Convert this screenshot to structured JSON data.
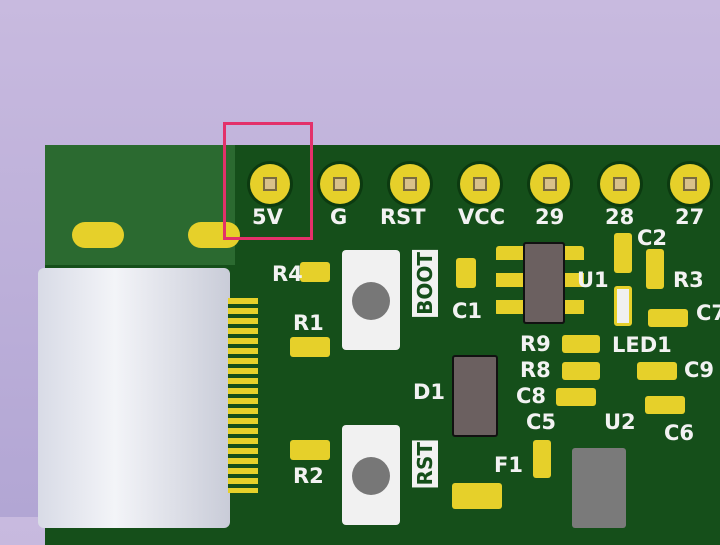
{
  "header_pins": [
    "5V",
    "G",
    "RST",
    "VCC",
    "29",
    "28",
    "27"
  ],
  "silkscreen": {
    "r4": "R4",
    "r1": "R1",
    "r2": "R2",
    "boot": "BOOT",
    "rst": "RST",
    "c1": "C1",
    "d1": "D1",
    "u1": "U1",
    "r9": "R9",
    "r8": "R8",
    "c8": "C8",
    "c5": "C5",
    "f1": "F1",
    "u2": "U2",
    "led1": "LED1",
    "c2": "C2",
    "r3": "R3",
    "c7": "C7",
    "c9": "C9",
    "c6": "C6"
  },
  "colors": {
    "board": "#154f1a",
    "pad": "#e6d02a",
    "highlight": "#e3316a"
  }
}
